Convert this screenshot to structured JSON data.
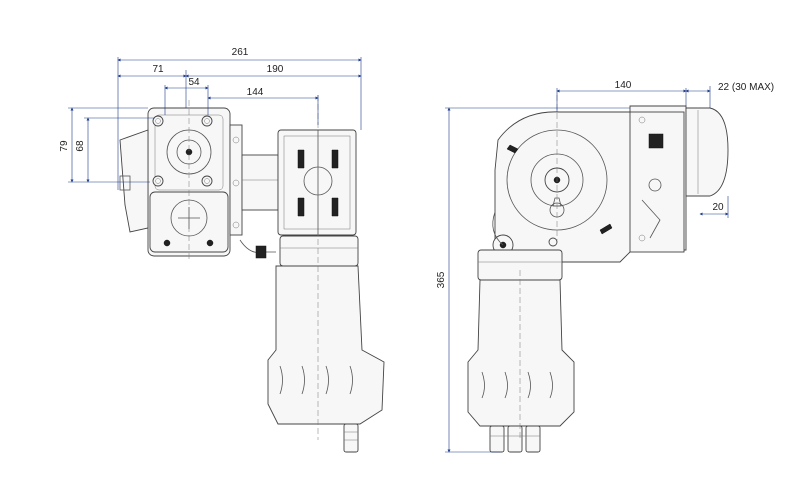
{
  "dimensions": {
    "overall_width": "261",
    "gearbox_offset": "71",
    "motor_axis": "190",
    "shaft_span": "54",
    "output_span": "144",
    "flange_height": "79",
    "bolt_height": "68",
    "side_depth": "140",
    "overhang": "22 (30 MAX)",
    "lip": "20",
    "total_height": "365"
  },
  "colors": {
    "line": "#555555",
    "dimension": "#1e3a8a",
    "dark_fill": "#222222"
  }
}
